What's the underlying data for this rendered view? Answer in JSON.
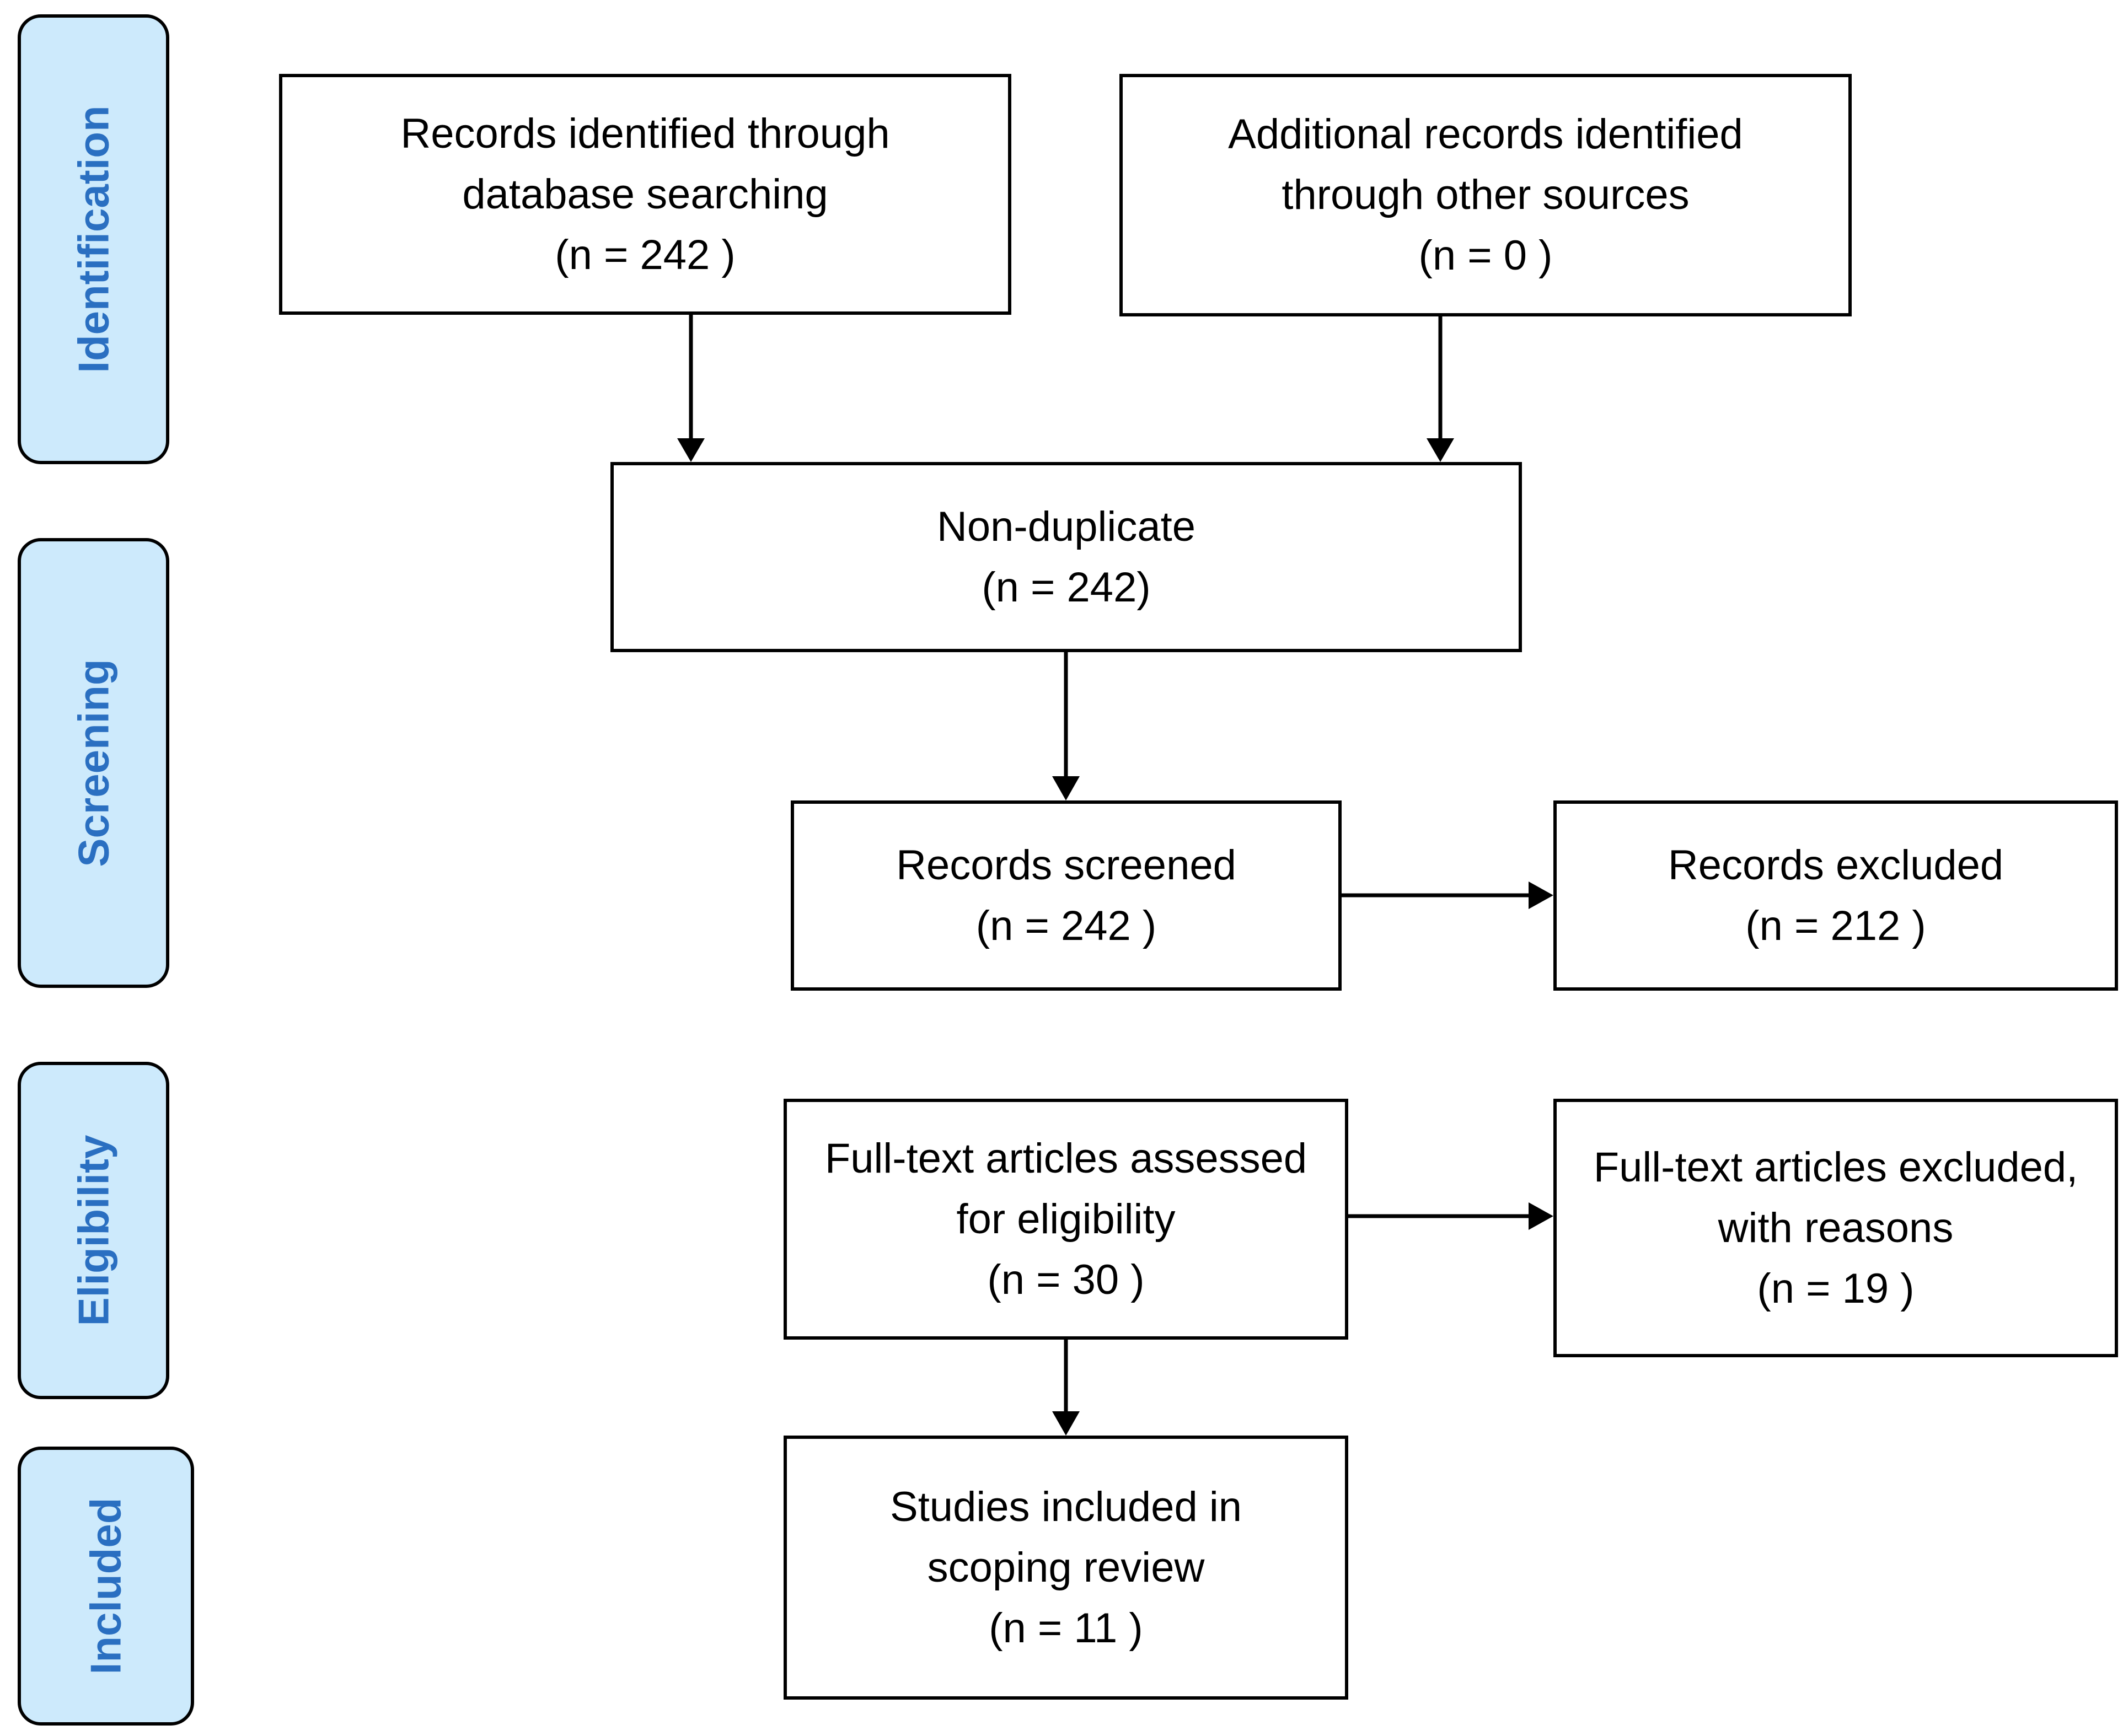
{
  "phases": {
    "identification": "Identification",
    "screening": "Screening",
    "eligibility": "Eligibility",
    "included": "Included"
  },
  "boxes": {
    "database": {
      "line1": "Records identified through",
      "line2": "database searching",
      "count": "(n =  242 )"
    },
    "other_sources": {
      "line1": "Additional records identified",
      "line2": "through other sources",
      "count": "(n =  0 )"
    },
    "non_duplicate": {
      "line1": "Non-duplicate",
      "count": "(n =  242)"
    },
    "screened": {
      "line1": "Records screened",
      "count": "(n =  242 )"
    },
    "excluded": {
      "line1": "Records excluded",
      "count": "(n =  212 )"
    },
    "fulltext_assessed": {
      "line1": "Full-text articles assessed",
      "line2": "for eligibility",
      "count": "(n =  30 )"
    },
    "fulltext_excluded": {
      "line1": "Full-text articles excluded,",
      "line2": "with reasons",
      "count": "(n =  19 )"
    },
    "included": {
      "line1": "Studies included in",
      "line2": "scoping review",
      "count": "(n =  11 )"
    }
  },
  "colors": {
    "phase_fill": "#cdeafc",
    "phase_text": "#2a6fc1",
    "border": "#000000"
  }
}
